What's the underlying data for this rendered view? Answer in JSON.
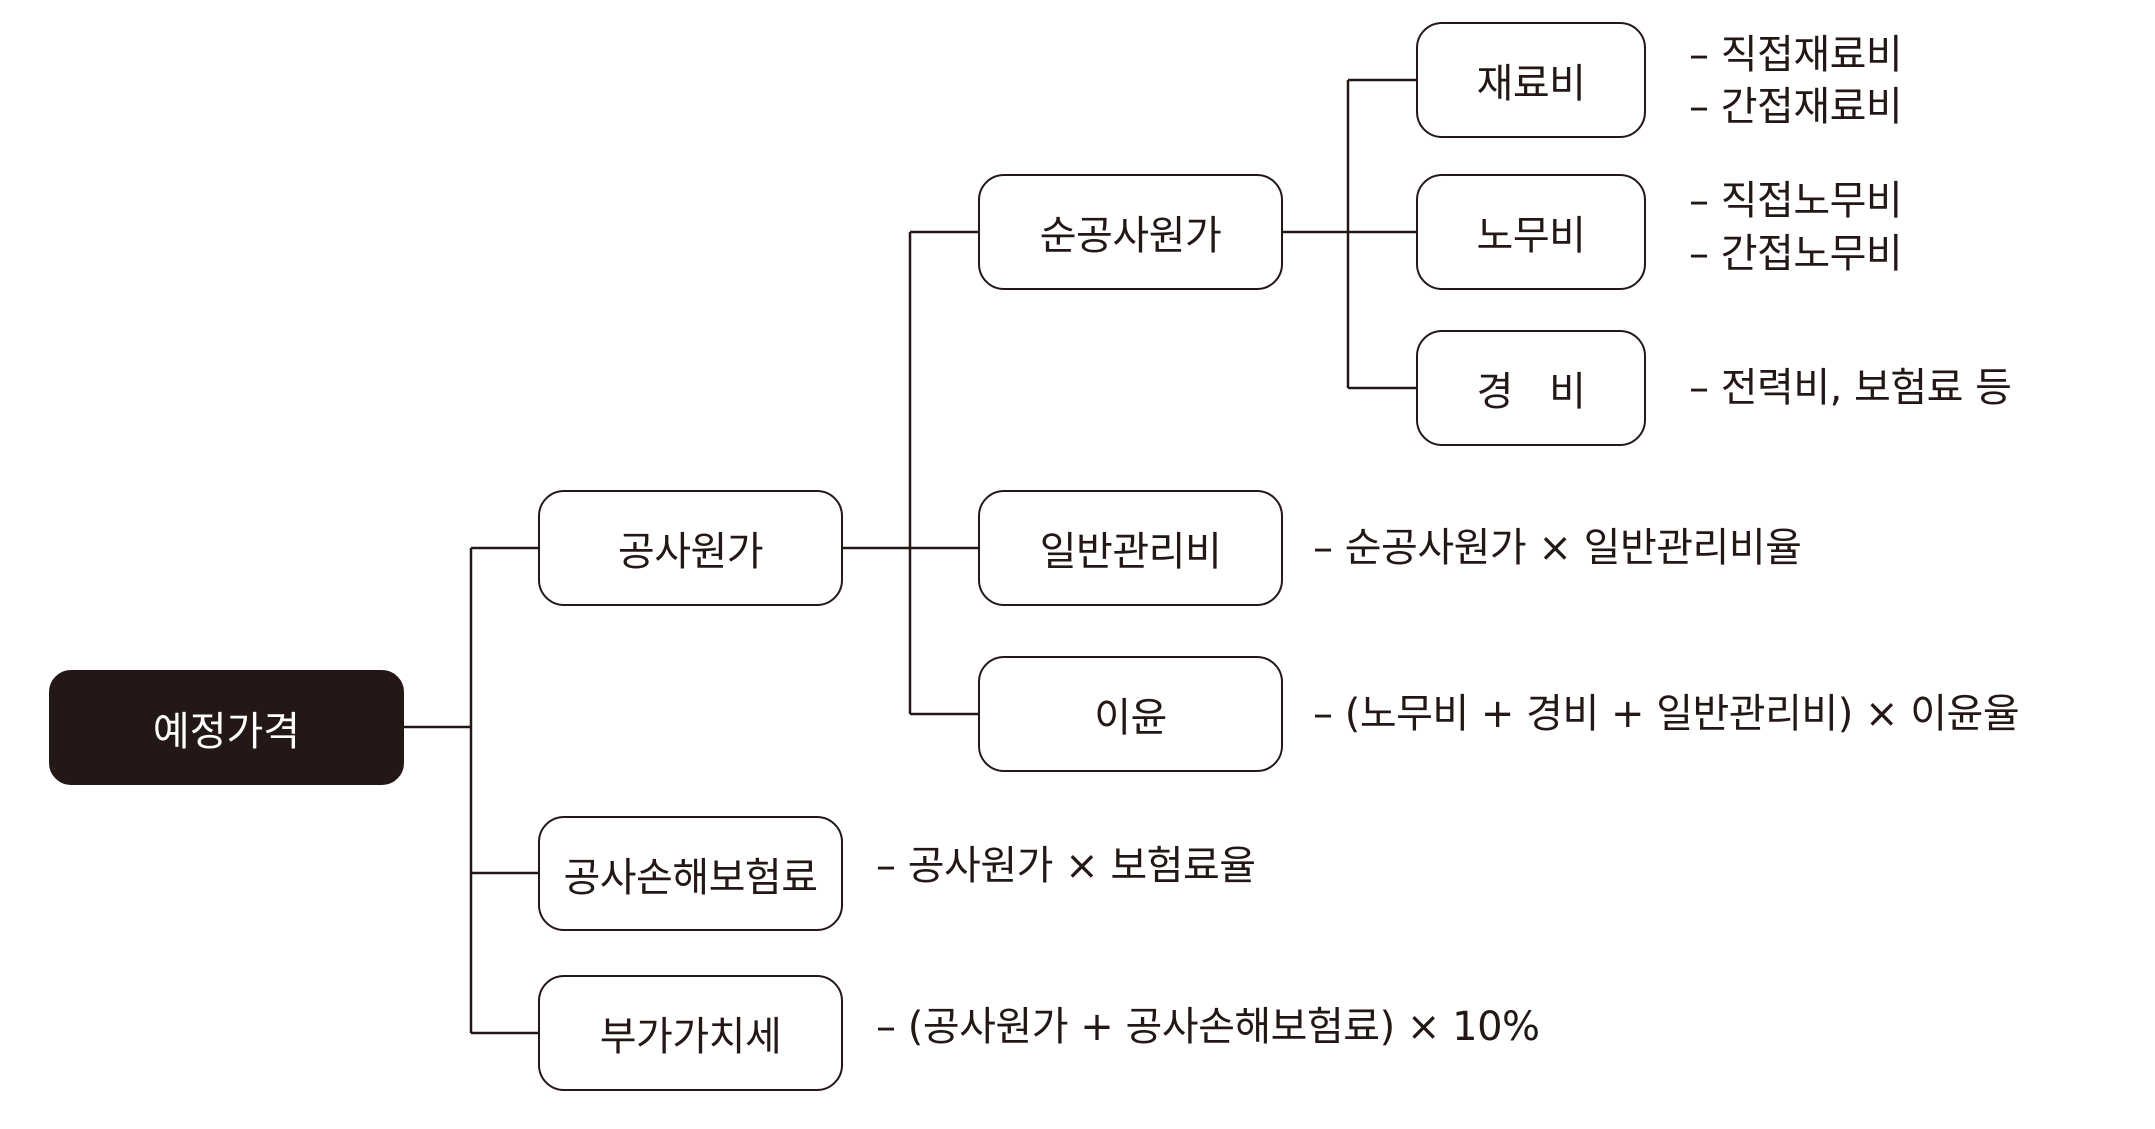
{
  "diagram": {
    "root": {
      "label": "예정가격"
    },
    "level2": {
      "construction_cost": {
        "label": "공사원가"
      },
      "insurance": {
        "label": "공사손해보험료",
        "note": "– 공사원가 × 보험료율"
      },
      "vat": {
        "label": "부가가치세",
        "note": "– (공사원가 + 공사손해보험료) × 10%"
      }
    },
    "level3": {
      "net_cost": {
        "label": "순공사원가"
      },
      "overhead": {
        "label": "일반관리비",
        "note": "– 순공사원가 × 일반관리비율"
      },
      "profit": {
        "label": "이윤",
        "note": "– (노무비 + 경비 + 일반관리비) × 이윤율"
      }
    },
    "level4": {
      "material": {
        "label": "재료비",
        "notes": [
          "– 직접재료비",
          "– 간접재료비"
        ]
      },
      "labor": {
        "label": "노무비",
        "notes": [
          "– 직접노무비",
          "– 간접노무비"
        ]
      },
      "expense": {
        "label": "경 비",
        "notes": [
          "– 전력비, 보험료 등"
        ]
      }
    }
  },
  "colors": {
    "ink": "#231816",
    "root_fill": "#231816",
    "root_text": "#ffffff",
    "background": "#ffffff"
  }
}
